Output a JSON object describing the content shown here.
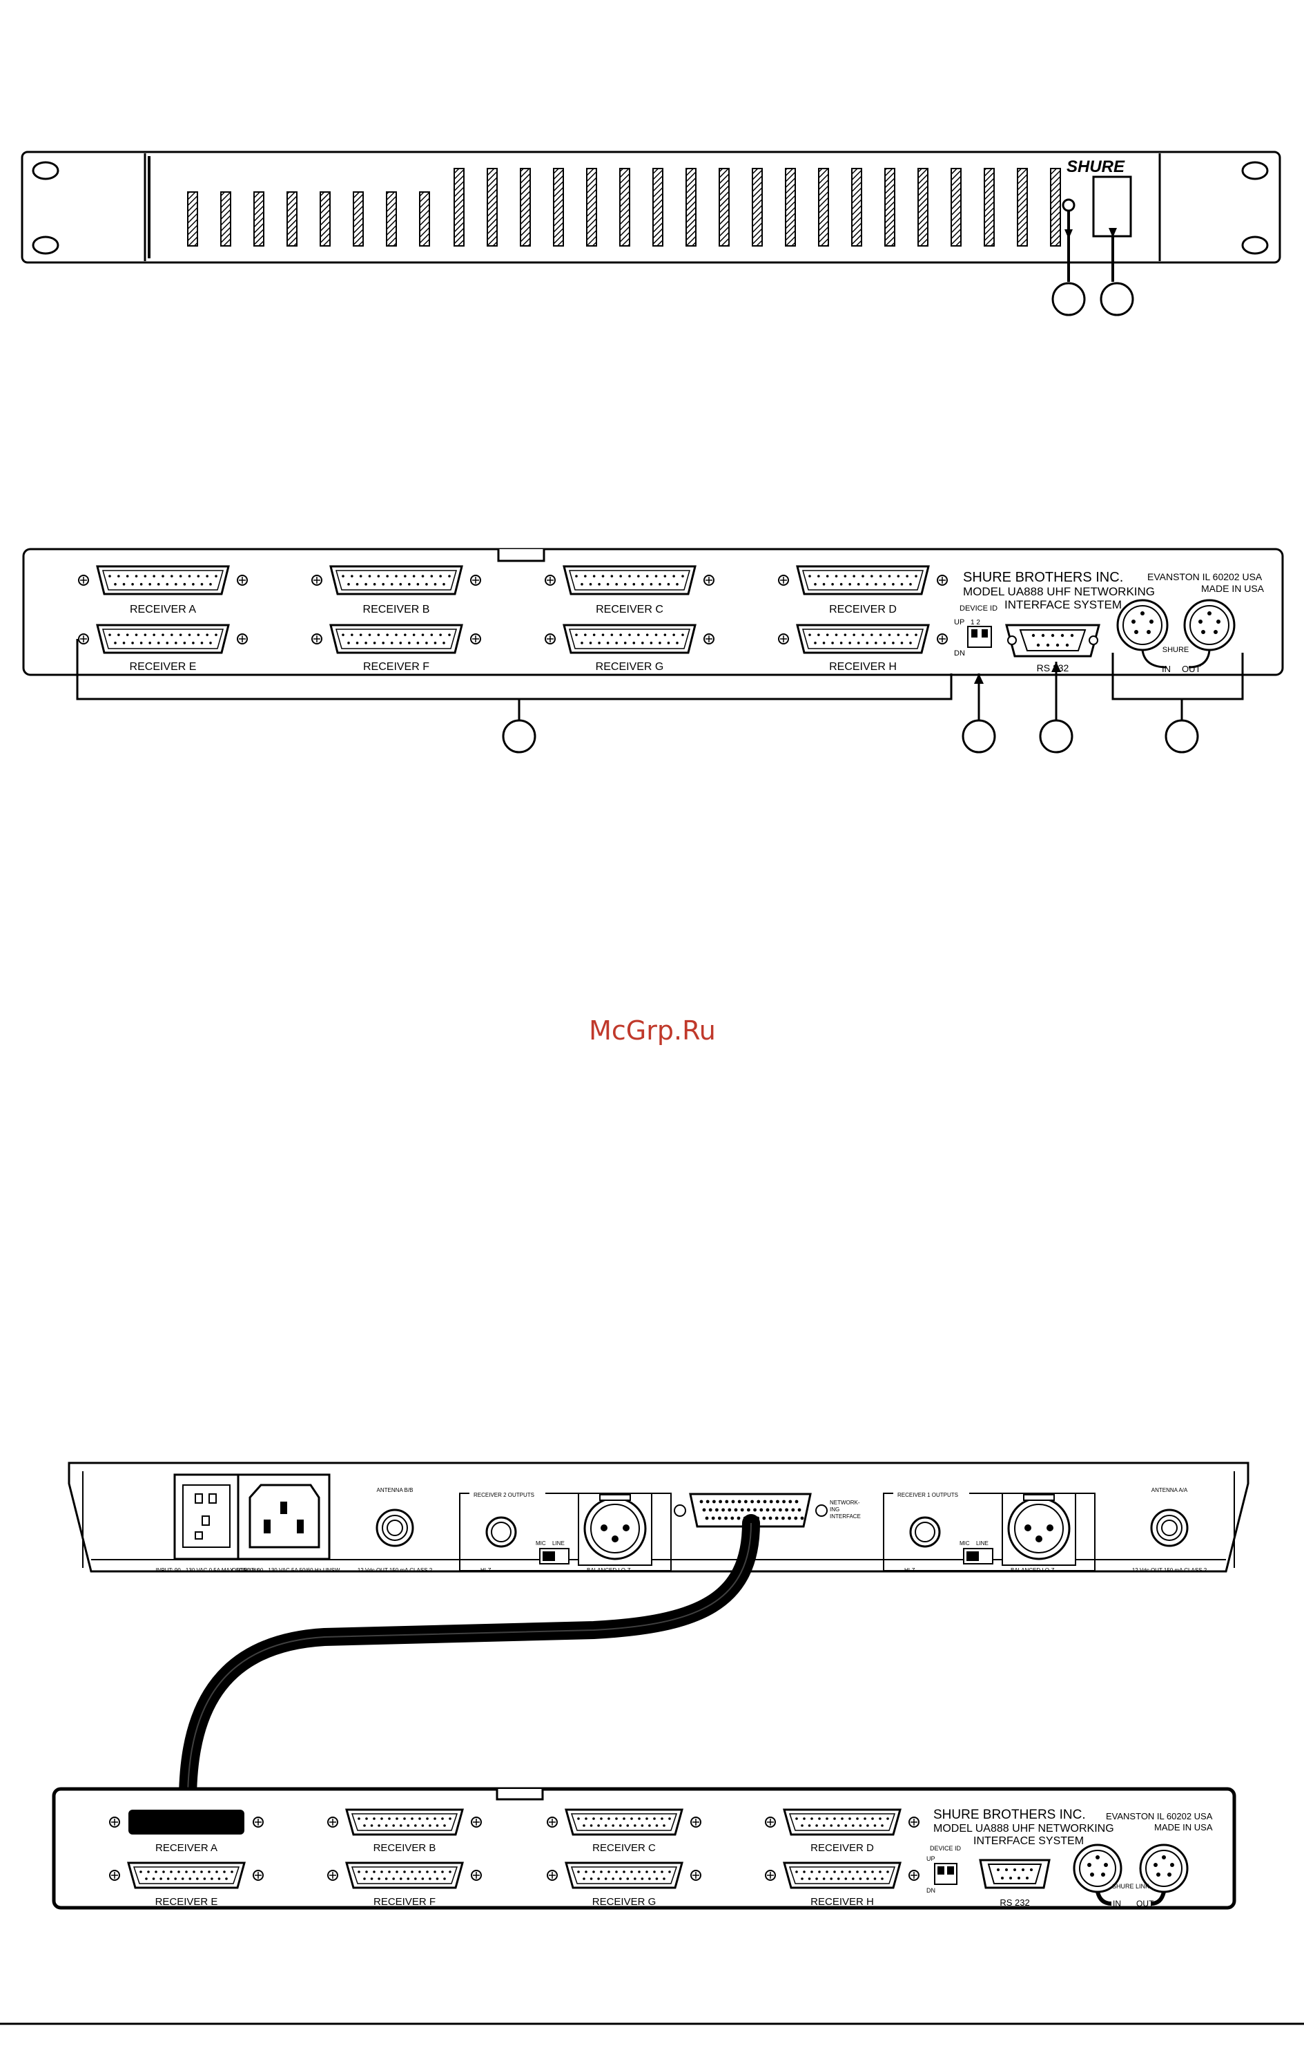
{
  "watermark": "McGrp.Ru",
  "front_panel": {
    "brand": "SHURE",
    "callouts": [
      "",
      ""
    ]
  },
  "rear_panel": {
    "receivers": [
      "RECEIVER A",
      "RECEIVER B",
      "RECEIVER C",
      "RECEIVER D",
      "RECEIVER E",
      "RECEIVER F",
      "RECEIVER G",
      "RECEIVER H"
    ],
    "maker": "SHURE BROTHERS INC.",
    "model": "MODEL UA888 UHF NETWORKING",
    "system": "INTERFACE SYSTEM",
    "address": "EVANSTON IL 60202 USA",
    "made_in": "MADE IN USA",
    "device_id": "DEVICE ID",
    "up": "UP",
    "dn": "DN",
    "switch_nums": "1 2",
    "rs232": "RS 232",
    "shure": "SHURE",
    "link_in": "IN",
    "link_out": "OUT",
    "callouts": [
      "",
      "",
      "",
      ""
    ]
  },
  "receiver_panel": {
    "input_label": "INPUT: 90 - 130 VAC 0.5A MAX. 50/60 Hz",
    "output_label": "OUTPUT: 90 - 130 VAC 5A 50/60 Hz UNSW.",
    "antenna_b": "ANTENNA B/B",
    "antenna_a": "ANTENNA A/A",
    "dc_out": "12 Vdc OUT 150 mA CLASS 2",
    "rcv2": "RECEIVER 2 OUTPUTS",
    "rcv1": "RECEIVER 1 OUTPUTS",
    "mic": "MIC",
    "line": "LINE",
    "hiz": "HI-Z",
    "balanced": "BALANCED LO-Z",
    "network": "NETWORK-ING INTERFACE"
  },
  "bottom_panel": {
    "receivers": [
      "RECEIVER A",
      "RECEIVER B",
      "RECEIVER C",
      "RECEIVER D",
      "RECEIVER E",
      "RECEIVER F",
      "RECEIVER G",
      "RECEIVER H"
    ],
    "maker": "SHURE BROTHERS INC.",
    "model": "MODEL UA888 UHF NETWORKING",
    "system": "INTERFACE SYSTEM",
    "address": "EVANSTON IL 60202 USA",
    "made_in": "MADE IN USA",
    "device_id": "DEVICE ID",
    "up": "UP",
    "dn": "DN",
    "rs232": "RS 232",
    "shure_link": "SHURE LINK",
    "link_in": "IN",
    "link_out": "OUT"
  }
}
